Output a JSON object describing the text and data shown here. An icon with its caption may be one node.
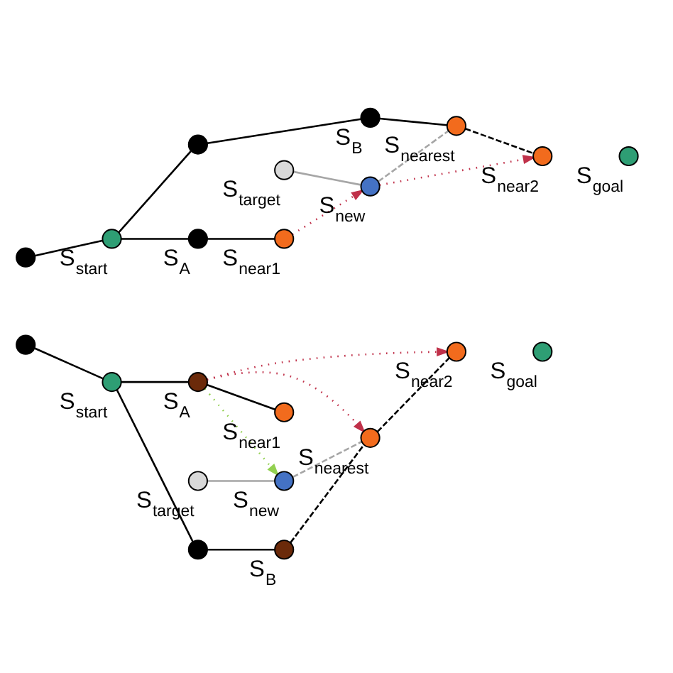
{
  "diagram": {
    "nodes": [
      {
        "text": [],
        "shape": "circle",
        "beside": [
          "S$_{target}$"
        ]
      },
      {
        "text": [],
        "shape": "circle",
        "beside": [
          "S$_{goal}$"
        ]
      },
      {
        "text": [],
        "shape": "circle",
        "beside": [
          "S$_{new}$"
        ]
      },
      {
        "text": [],
        "shape": "circle",
        "beside": [
          "S$_{near2}$"
        ]
      },
      {
        "text": [],
        "shape": "circle",
        "beside": [
          "S$_{A}$"
        ]
      },
      {
        "text": [],
        "shape": "circle",
        "beside": [
          "S$_{nearest}$"
        ]
      },
      {
        "text": [],
        "shape": "circle",
        "beside": [
          "S$_{start}$"
        ]
      },
      {
        "text": [],
        "shape": "circle",
        "beside": [
          "S$_{near1}$"
        ]
      },
      {
        "text": [],
        "shape": "circle"
      },
      {
        "text": [],
        "shape": "circle",
        "beside": [
          "S$_{B}$"
        ]
      },
      {
        "text": [],
        "shape": "circle"
      },
      {
        "text": [],
        "shape": "circle",
        "beside": [
          "S$_{target}$"
        ]
      },
      {
        "text": [],
        "shape": "circle",
        "beside": [
          "S$_{goal}$"
        ]
      },
      {
        "text": [],
        "shape": "circle",
        "beside": [
          "S$_{new}$"
        ]
      },
      {
        "text": [],
        "shape": "circle",
        "beside": [
          "S$_{near2}$"
        ]
      },
      {
        "text": [],
        "shape": "circle",
        "beside": [
          "S$_{A}$"
        ]
      },
      {
        "text": [],
        "shape": "circle",
        "beside": [
          "S$_{nearest}$"
        ]
      },
      {
        "text": [],
        "shape": "circle",
        "beside": [
          "S$_{start}$"
        ]
      },
      {
        "text": [],
        "shape": "circle",
        "beside": [
          "S$_{near1}$"
        ]
      },
      {
        "text": [],
        "shape": "circle"
      },
      {
        "text": [],
        "shape": "circle",
        "beside": [
          "S$_{B}$"
        ]
      },
      {
        "text": [],
        "shape": "circle"
      }
    ],
    "edges": [
      {
        "from": 8,
        "to": 6,
        "arrow": "none"
      },
      {
        "from": 6,
        "to": 4,
        "arrow": "none"
      },
      {
        "from": 4,
        "to": 7,
        "arrow": "none"
      },
      {
        "from": 6,
        "to": 10,
        "arrow": "none"
      },
      {
        "from": 10,
        "to": 9,
        "arrow": "none"
      },
      {
        "from": 9,
        "to": 5,
        "arrow": "none"
      },
      {
        "from": 7,
        "to": 2,
        "arrow": "to",
        "style": "dashed",
        "color": "#c0314a"
      },
      {
        "from": 2,
        "to": 3,
        "arrow": "to",
        "style": "dashed",
        "color": "#c0314a"
      },
      {
        "from": 5,
        "to": 3,
        "arrow": "none",
        "style": "dashed"
      },
      {
        "from": 0,
        "to": 2,
        "arrow": "none",
        "color": "#a6a6a6"
      },
      {
        "from": 2,
        "to": 5,
        "arrow": "none",
        "style": "dashed",
        "color": "#a6a6a6"
      },
      {
        "from": 19,
        "to": 17,
        "arrow": "none"
      },
      {
        "from": 17,
        "to": 15,
        "arrow": "none"
      },
      {
        "from": 15,
        "to": 18,
        "arrow": "none"
      },
      {
        "from": 17,
        "to": 21,
        "arrow": "none"
      },
      {
        "from": 21,
        "to": 20,
        "arrow": "none"
      },
      {
        "from": 20,
        "to": 16,
        "arrow": "none",
        "style": "dashed"
      },
      {
        "from": 15,
        "to": 13,
        "arrow": "to",
        "style": "dashed",
        "color": "#92d050"
      },
      {
        "from": 15,
        "to": 14,
        "arrow": "to",
        "style": "dashed",
        "color": "#c0314a"
      },
      {
        "from": 15,
        "to": 16,
        "arrow": "to",
        "style": "dashed",
        "color": "#c0314a"
      },
      {
        "from": 16,
        "to": 14,
        "arrow": "none",
        "style": "dashed"
      },
      {
        "from": 11,
        "to": 13,
        "arrow": "none",
        "color": "#a6a6a6"
      },
      {
        "from": 13,
        "to": 16,
        "arrow": "none",
        "style": "dashed",
        "color": "#a6a6a6"
      }
    ]
  }
}
